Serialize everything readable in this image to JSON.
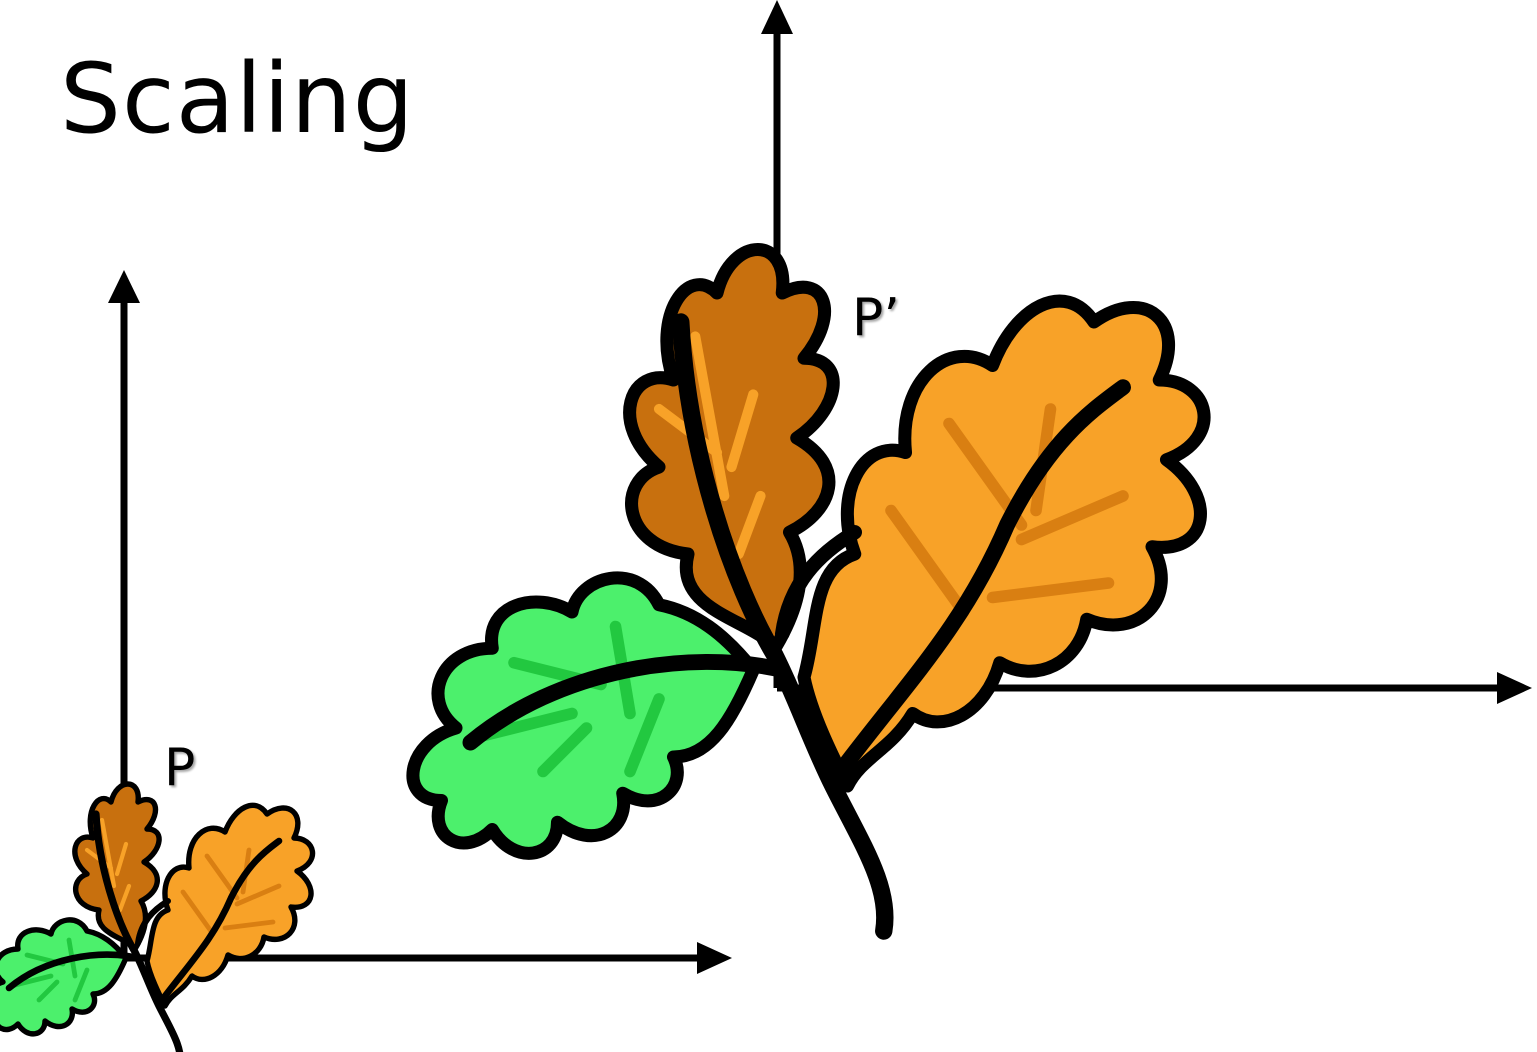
{
  "title": "Scaling",
  "labels": {
    "original_point": "P",
    "scaled_point": "P’"
  },
  "colors": {
    "axis": "#000000",
    "leaf_dark_orange": "#c8700e",
    "leaf_orange": "#f8a228",
    "leaf_green": "#4cf06c",
    "leaf_vein_green": "#22c840",
    "leaf_vein_orange": "#d97f12",
    "outline": "#000000"
  },
  "icons": [
    "oak-leaf-sprig-icon",
    "oak-leaf-sprig-icon"
  ]
}
